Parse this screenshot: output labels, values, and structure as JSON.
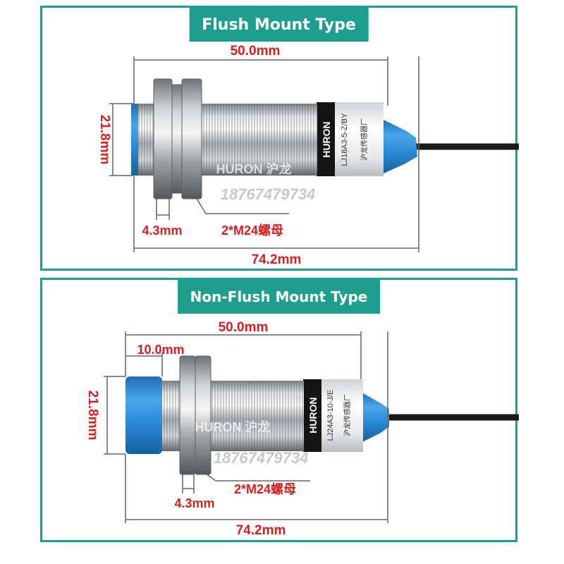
{
  "flush": {
    "title": "Flush Mount Type",
    "dim_top": "50.0mm",
    "dim_height": "21.8mm",
    "dim_nut_width": "4.3mm",
    "nut_label": "2*M24螺母",
    "dim_total": "74.2mm",
    "brand": "HURON",
    "model": "LJ18A3-5-Z/BY",
    "maker": "沪龙传感器厂",
    "watermark_brand": "HURON 沪龙",
    "watermark_phone": "18767479734"
  },
  "nonflush": {
    "title": "Non-Flush Mount Type",
    "dim_top": "50.0mm",
    "dim_head": "10.0mm",
    "dim_height": "21.8mm",
    "dim_nut_width": "4.3mm",
    "nut_label": "2*M24螺母",
    "dim_total": "74.2mm",
    "brand": "HURON",
    "model": "LJ24A3-10-J/E",
    "maker": "沪龙传感器厂",
    "watermark_brand": "HURON 沪龙",
    "watermark_phone": "18767479734"
  },
  "colors": {
    "frame": "#1e9e8e",
    "dimension_text": "#d42020",
    "sensor_cap": "#2a8ad6",
    "cable": "#1a1a1a"
  }
}
